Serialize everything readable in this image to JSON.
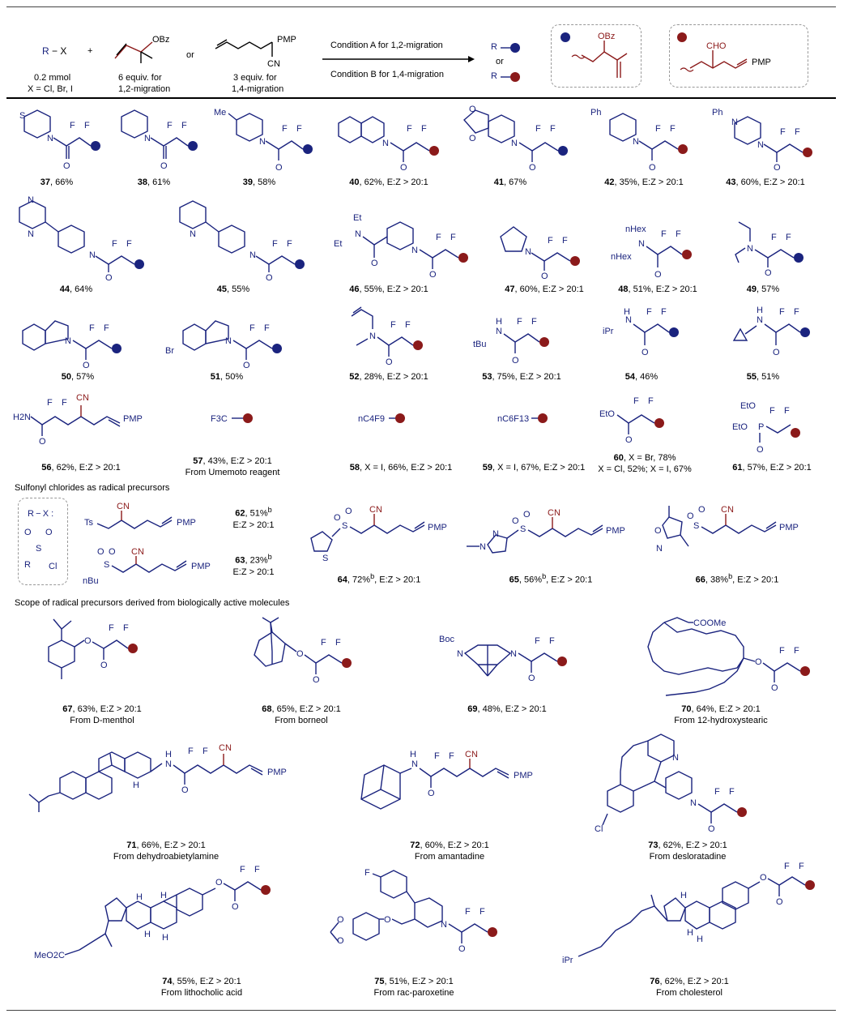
{
  "header": {
    "reagent_rx": "R",
    "reagent_x": "X",
    "plus": "+",
    "or": "or",
    "reagent_amount": "0.2 mmol",
    "reagent_halides": "X = Cl, Br, I",
    "allyl_obz": "OBz",
    "allyl_equiv": "6 equiv. for",
    "allyl_migration": "1,2-migration",
    "nitrile_pmp": "PMP",
    "nitrile_cn": "CN",
    "nitrile_equiv": "3 equiv. for",
    "nitrile_migration": "1,4-migration",
    "condition_a": "Condition A for 1,2-migration",
    "condition_b": "Condition B for 1,4-migration",
    "product_r": "R",
    "product_or": "or",
    "box1_obz": "OBz",
    "box2_cho": "CHO",
    "box2_pmp": "PMP",
    "blue": "#1a237e",
    "red": "#8b1a1a"
  },
  "row1": [
    {
      "num": "37",
      "text": ", 66%",
      "dot": "blue"
    },
    {
      "num": "38",
      "text": ", 61%",
      "dot": "blue"
    },
    {
      "num": "39",
      "text": ", 58%",
      "dot": "blue"
    },
    {
      "num": "40",
      "text": ", 62%, E:Z > 20:1",
      "dot": "red"
    },
    {
      "num": "41",
      "text": ", 67%",
      "dot": "blue"
    },
    {
      "num": "42",
      "text": ", 35%, E:Z > 20:1",
      "dot": "red"
    },
    {
      "num": "43",
      "text": ", 60%, E:Z > 20:1",
      "dot": "red"
    }
  ],
  "row2": [
    {
      "num": "44",
      "text": ", 64%"
    },
    {
      "num": "45",
      "text": ", 55%"
    },
    {
      "num": "46",
      "text": ", 55%, E:Z > 20:1"
    },
    {
      "num": "47",
      "text": ", 60%, E:Z > 20:1"
    },
    {
      "num": "48",
      "text": ", 51%, E:Z > 20:1"
    },
    {
      "num": "49",
      "text": ", 57%"
    }
  ],
  "row3": [
    {
      "num": "50",
      "text": ", 57%"
    },
    {
      "num": "51",
      "text": ", 50%"
    },
    {
      "num": "52",
      "text": ", 28%, E:Z > 20:1"
    },
    {
      "num": "53",
      "text": ", 75%, E:Z > 20:1"
    },
    {
      "num": "54",
      "text": ", 46%"
    },
    {
      "num": "55",
      "text": ", 51%"
    }
  ],
  "row4": [
    {
      "num": "56",
      "text": ", 62%, E:Z > 20:1",
      "sub": ""
    },
    {
      "num": "57",
      "text": ", 43%, E:Z > 20:1",
      "sub": "From Umemoto reagent"
    },
    {
      "num": "58",
      "text": ", X = I, 66%, E:Z > 20:1",
      "sub": ""
    },
    {
      "num": "59",
      "text": ", X = I, 67%, E:Z > 20:1",
      "sub": ""
    },
    {
      "num": "60",
      "text": ", X = Br, 78%",
      "sub": "X = Cl, 52%; X = I, 67%"
    },
    {
      "num": "61",
      "text": ", 57%, E:Z > 20:1",
      "sub": ""
    }
  ],
  "labels": {
    "cf3": "F3C",
    "c4f9": "nC4F9",
    "c6f13": "nC6F13",
    "h2n": "H2N",
    "pmp": "PMP",
    "cn": "CN",
    "eto": "EtO",
    "ts": "Ts",
    "nbu": "nBu",
    "tbu": "tBu",
    "ipr": "iPr",
    "et": "Et",
    "nhex": "nHex",
    "ph": "Ph",
    "me": "Me",
    "boc": "Boc",
    "cooMe": "COOMe",
    "meo2c": "MeO2C",
    "cl": "Cl",
    "br": "Br"
  },
  "sulfonyl": {
    "title": "Sulfonyl chlorides as radical precursors",
    "rx": "R − X :",
    "items": [
      {
        "num": "62",
        "text": ", 51%",
        "sup": "b",
        "ez": "E:Z > 20:1"
      },
      {
        "num": "63",
        "text": ", 23%",
        "sup": "b",
        "ez": "E:Z > 20:1"
      },
      {
        "num": "64",
        "text": ", 72%",
        "sup": "b",
        "ez": ", E:Z > 20:1"
      },
      {
        "num": "65",
        "text": ", 56%",
        "sup": "b",
        "ez": ", E:Z > 20:1"
      },
      {
        "num": "66",
        "text": ", 38%",
        "sup": "b",
        "ez": ", E:Z > 20:1"
      }
    ]
  },
  "bioactive": {
    "title": "Scope of radical precursors derived from biologically active molecules",
    "items": [
      {
        "num": "67",
        "text": ", 63%, E:Z > 20:1",
        "sub": "From D-menthol"
      },
      {
        "num": "68",
        "text": ", 65%, E:Z > 20:1",
        "sub": "From borneol"
      },
      {
        "num": "69",
        "text": ", 48%, E:Z > 20:1",
        "sub": ""
      },
      {
        "num": "70",
        "text": ", 64%, E:Z > 20:1",
        "sub": "From 12-hydroxystearic"
      },
      {
        "num": "71",
        "text": ", 66%, E:Z > 20:1",
        "sub": "From dehydroabietylamine"
      },
      {
        "num": "72",
        "text": ", 60%, E:Z > 20:1",
        "sub": "From amantadine"
      },
      {
        "num": "73",
        "text": ", 62%, E:Z > 20:1",
        "sub": "From desloratadine"
      },
      {
        "num": "74",
        "text": ", 55%, E:Z > 20:1",
        "sub": "From lithocholic acid"
      },
      {
        "num": "75",
        "text": ", 51%, E:Z > 20:1",
        "sub": "From rac-paroxetine"
      },
      {
        "num": "76",
        "text": ", 62%, E:Z > 20:1",
        "sub": "From cholesterol"
      }
    ]
  }
}
